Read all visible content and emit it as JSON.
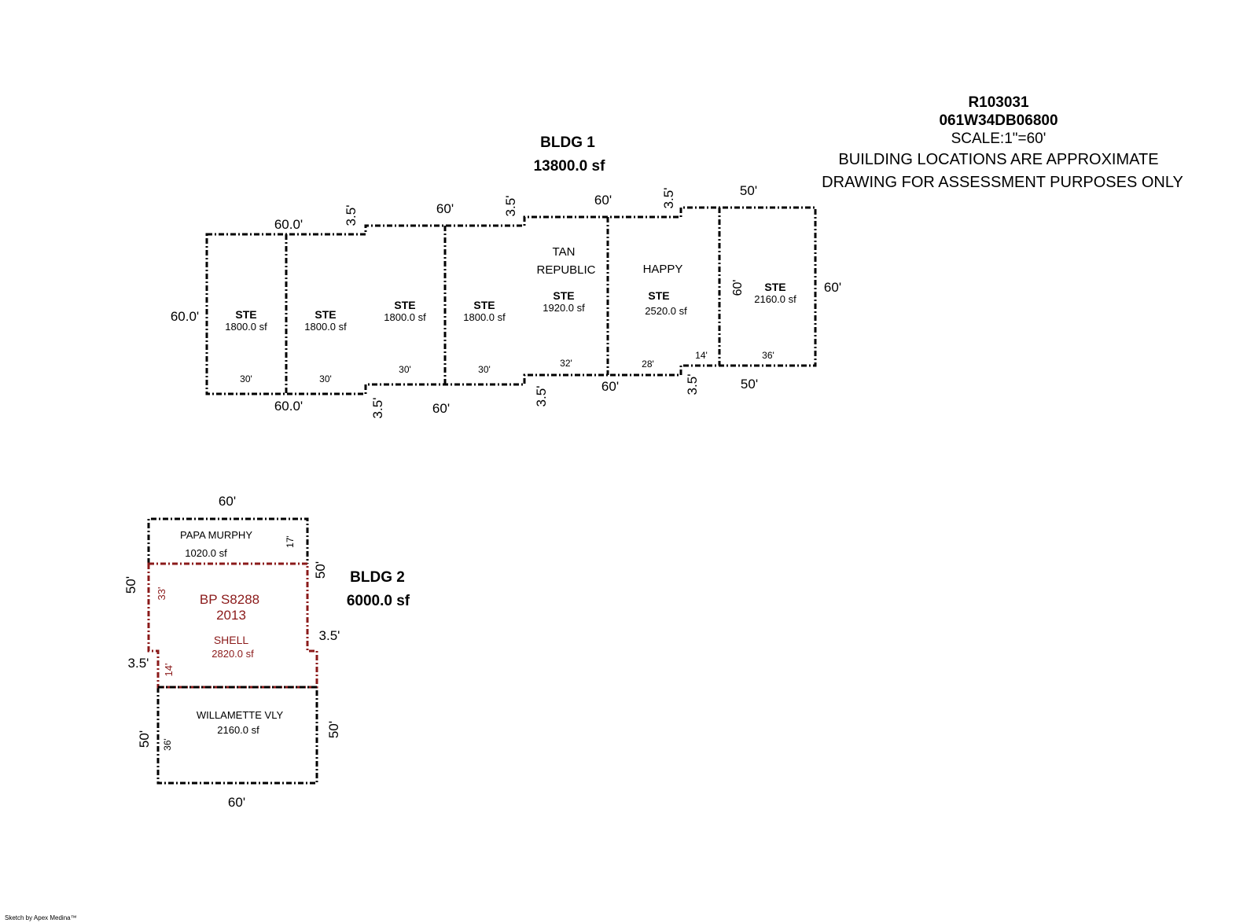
{
  "header": {
    "account_id": "R103031",
    "map_tax_lot": "061W34DB06800",
    "scale": "SCALE:1\"=60'",
    "note1": "BUILDING LOCATIONS ARE APPROXIMATE",
    "note2": "DRAWING FOR ASSESSMENT PURPOSES ONLY"
  },
  "bldg1": {
    "title": "BLDG 1",
    "area": "13800.0 sf",
    "units": [
      {
        "name": "STE",
        "area": "1800.0 sf",
        "width_label": "30'"
      },
      {
        "name": "STE",
        "area": "1800.0 sf",
        "width_label": "30'"
      },
      {
        "name": "STE",
        "area": "1800.0 sf",
        "width_label": "30'"
      },
      {
        "name": "STE",
        "area": "1800.0 sf",
        "width_label": "30'"
      },
      {
        "tenant_line1": "TAN",
        "tenant_line2": "REPUBLIC",
        "name": "STE",
        "area": "1920.0 sf",
        "width_label": "32'"
      },
      {
        "tenant": "HAPPY",
        "name": "STE",
        "area": "2520.0 sf",
        "width_label": "28'",
        "jog_label": "14'"
      },
      {
        "name": "STE",
        "area": "2160.0 sf",
        "width_label": "36'",
        "depth_label": "60'"
      }
    ],
    "dims": {
      "top_a": "60.0'",
      "top_b": "60'",
      "top_c": "60'",
      "top_d": "50'",
      "bottom_a": "60.0'",
      "bottom_b": "60'",
      "bottom_c": "60'",
      "bottom_d": "50'",
      "left": "60.0'",
      "right": "60'",
      "jog_top_1": "3.5'",
      "jog_top_2": "3.5'",
      "jog_top_3": "3.5'",
      "jog_bottom_1": "3.5'",
      "jog_bottom_2": "3.5'",
      "jog_bottom_3": "3.5'"
    }
  },
  "bldg2": {
    "title": "BLDG 2",
    "area": "6000.0 sf",
    "papa": {
      "name": "PAPA MURPHY",
      "area": "1020.0 sf",
      "depth_label": "17'"
    },
    "permit": {
      "line1": "BP S8288",
      "line2": "2013",
      "name": "SHELL",
      "area": "2820.0 sf",
      "depth_a": "33'",
      "depth_b": "14'"
    },
    "willamette": {
      "name": "WILLAMETTE VLY",
      "area": "2160.0 sf",
      "depth_label": "36'"
    },
    "dims": {
      "top": "60'",
      "bottom": "60'",
      "left_upper": "50'",
      "left_jog": "3.5'",
      "left_lower": "50'",
      "right_upper": "50'",
      "right_jog": "3.5'",
      "right_lower": "50'"
    }
  },
  "footer": "Sketch by Apex Medina™",
  "colors": {
    "outline": "#000000",
    "permit": "#8b1a1a"
  },
  "icons": []
}
